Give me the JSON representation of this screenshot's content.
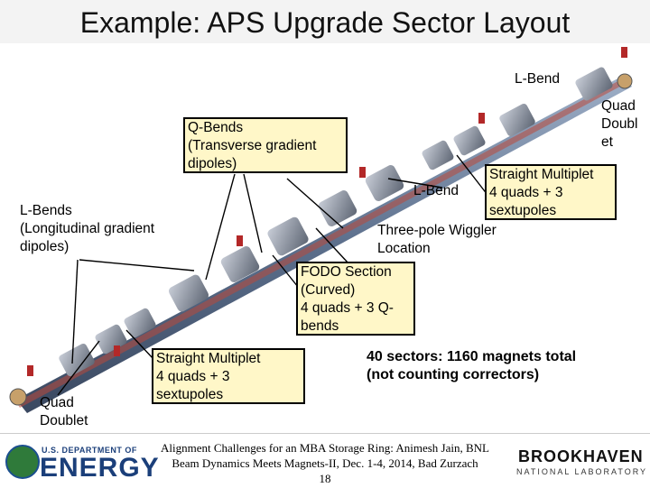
{
  "title": "Example: APS Upgrade Sector Layout",
  "labels": {
    "lbend_top": "L-Bend",
    "quad_doublet_top": "Quad\nDoubl\net",
    "qbends": "Q-Bends\n(Transverse gradient\ndipoles)",
    "straight_multiplet_right": "Straight Multiplet\n4 quads + 3\nsextupoles",
    "lbend_mid": "L-Bend",
    "lbends_left": "L-Bends\n(Longitudinal gradient\ndipoles)",
    "wiggler": "Three-pole Wiggler\nLocation",
    "fodo": "FODO Section\n(Curved)\n4 quads + 3 Q-\nbends",
    "sectors": "40 sectors: 1160 magnets total\n(not counting correctors)",
    "straight_multiplet_left": "Straight Multiplet\n4 quads + 3\nsextupoles",
    "quad_doublet_bottom": "Quad\nDoublet"
  },
  "footer": {
    "citation_line1": "Alignment Challenges for an MBA Storage Ring: Animesh Jain, BNL",
    "citation_line2": "Beam Dynamics Meets Magnets-II, Dec. 1-4, 2014, Bad Zurzach",
    "page_number": "18",
    "doe_small": "U.S. DEPARTMENT OF",
    "doe_big": "ENERGY",
    "bnl_name": "BROOKHAVEN",
    "bnl_sub": "NATIONAL LABORATORY"
  },
  "colors": {
    "beam_pipe": "#5c6f8c",
    "magnet": "#7c8494",
    "dipole": "#b9493a",
    "callout_fill": "#fff7c8",
    "doe_blue": "#1b3f7a"
  }
}
